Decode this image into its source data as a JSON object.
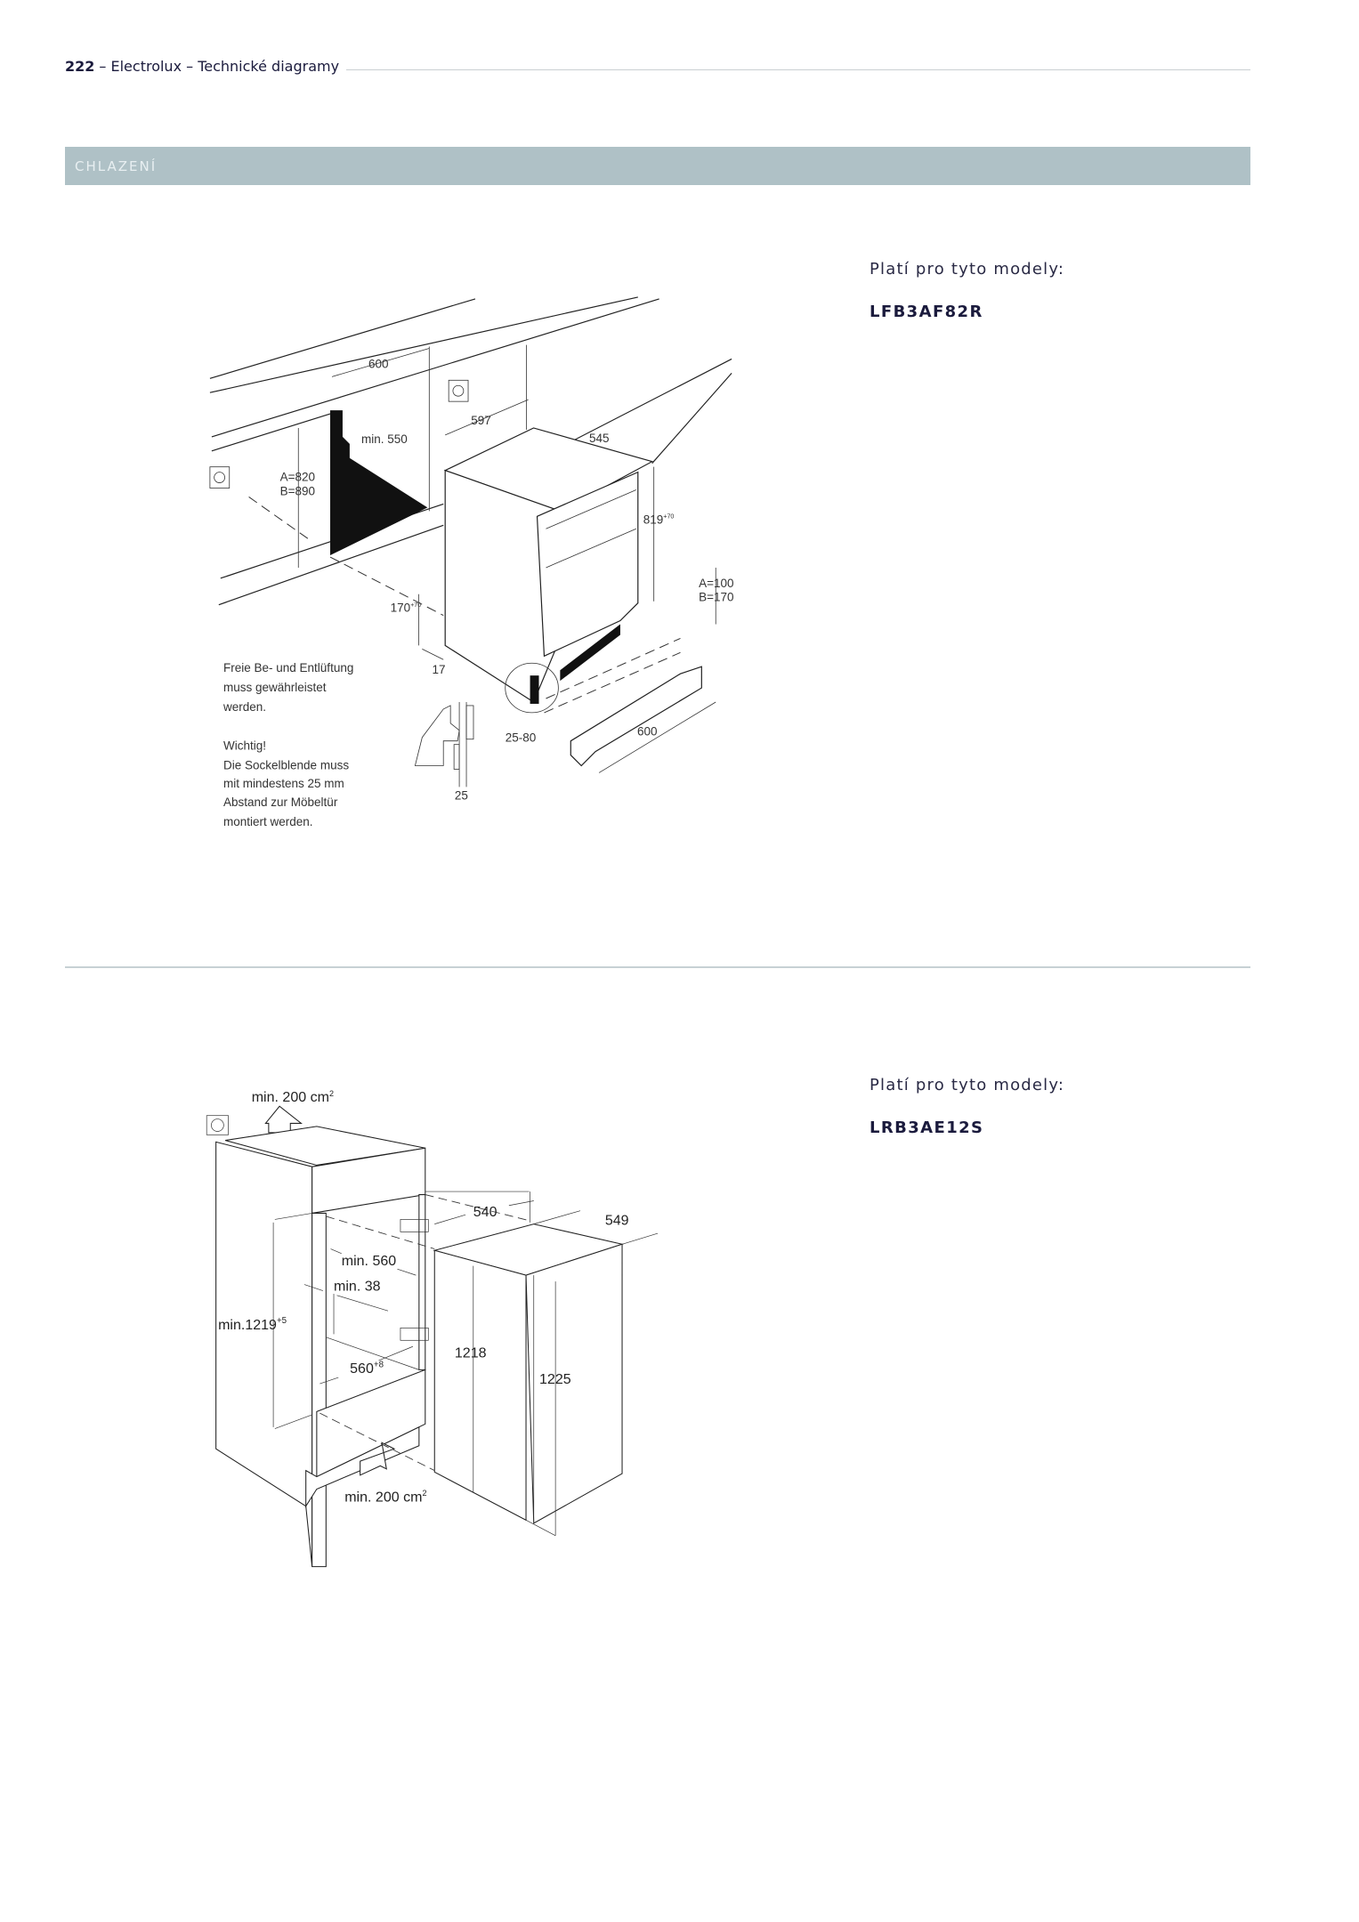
{
  "header": {
    "page_number": "222",
    "title": "– Electrolux – Technické diagramy"
  },
  "section": {
    "title": "CHLAZENÍ"
  },
  "products": [
    {
      "applies_label": "Platí pro tyto modely:",
      "model": "LFB3AF82R",
      "diagram": {
        "labels": {
          "w600": "600",
          "min550": "min. 550",
          "w597": "597",
          "d545": "545",
          "a820": "A=820",
          "b890": "B=890",
          "h819": "819",
          "h819_tol": "+70",
          "a100": "A=100",
          "b170": "B=170",
          "h170": "170",
          "h170_tol": "+70",
          "d17": "17",
          "r2580": "25-80",
          "p600": "600",
          "g25": "25"
        },
        "note1": [
          "Freie Be- und Entlüftung",
          "muss gewährleistet",
          "werden."
        ],
        "note2": [
          "Wichtig!",
          "Die Sockelblende muss",
          "mit mindestens 25 mm",
          "Abstand zur Möbeltür",
          "montiert werden."
        ]
      }
    },
    {
      "applies_label": "Platí pro tyto modely:",
      "model": "LRB3AE12S",
      "diagram": {
        "labels": {
          "vent_top": "min. 200 cm",
          "vent_top_sup": "2",
          "vent_bottom": "min. 200 cm",
          "vent_bottom_sup": "2",
          "w540": "540",
          "d549": "549",
          "min560": "min. 560",
          "min38": "min. 38",
          "h1219": "min.1219",
          "h1219_tol": "+5",
          "w560": "560",
          "w560_tol": "+8",
          "h1218": "1218",
          "h1225": "1225"
        }
      }
    }
  ],
  "colors": {
    "banner": "#afc1c6",
    "text": "#1b1b3d",
    "divider": "#c7d1d4"
  }
}
